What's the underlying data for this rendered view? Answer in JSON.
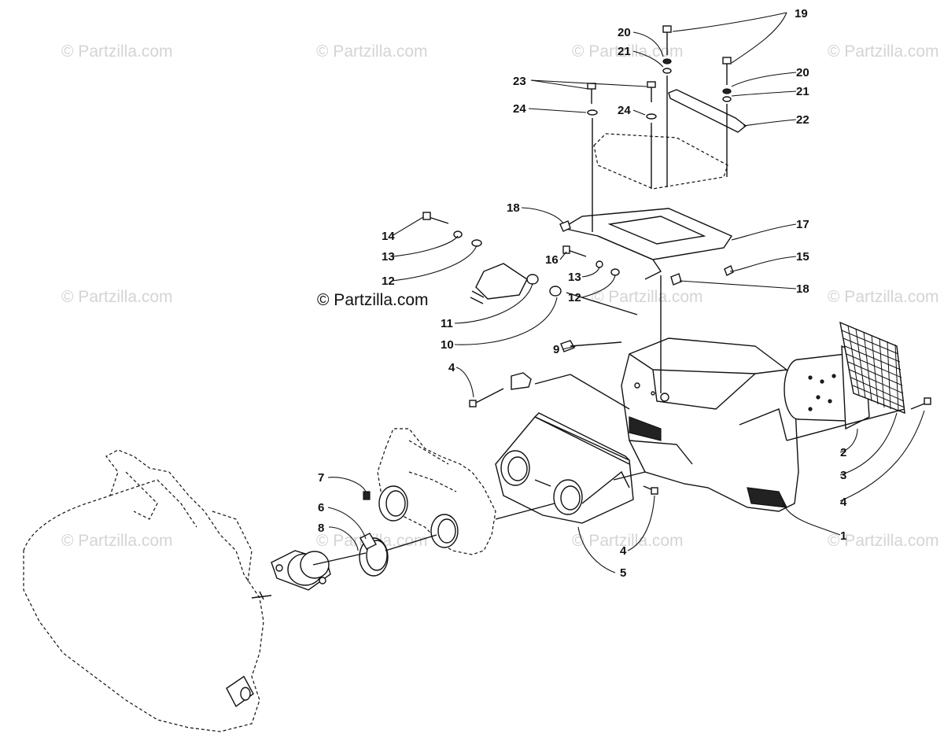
{
  "watermark": "© Partzilla.com",
  "copyright": "© Partzilla.com",
  "callouts": [
    "1",
    "2",
    "3",
    "4",
    "4",
    "4",
    "4",
    "5",
    "6",
    "7",
    "8",
    "9",
    "10",
    "11",
    "12",
    "12",
    "13",
    "13",
    "14",
    "15",
    "16",
    "17",
    "18",
    "18",
    "19",
    "20",
    "20",
    "21",
    "21",
    "22",
    "23",
    "24",
    "24"
  ]
}
